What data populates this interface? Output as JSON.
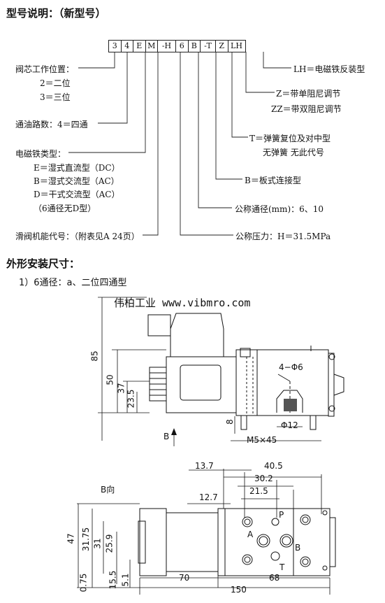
{
  "header": {
    "title": "型号说明：（新型号）"
  },
  "model_code": [
    "3",
    "4",
    "E",
    "M",
    "-H",
    "6",
    "B",
    "-T",
    "Z",
    "LH"
  ],
  "left_notes": {
    "position_title": "阀芯工作位置：",
    "pos2": "2＝二位",
    "pos3": "3＝三位",
    "ports": "通油路数：4＝四通",
    "coil_title": "电磁铁类型：",
    "coil_e": "E＝湿式直流型（DC）",
    "coil_b": "B＝湿式交流型（AC）",
    "coil_d": "D＝干式交流型（AC）",
    "coil_note": "（6通径无D型）",
    "slide": "滑阀机能代号：（附表见A 24页）"
  },
  "right_notes": {
    "lh": "LH＝电磁铁反装型",
    "z": "Z＝带单阻尼调节",
    "zz": "ZZ＝带双阻尼调节",
    "t": "T＝弹簧复位及对中型",
    "t2": "无弹簧  无此代号",
    "b": "B＝板式连接型",
    "size": "公称通径(mm)：6、10",
    "pressure": "公称压力：H＝31.5MPa"
  },
  "section": {
    "title": "外形安装尺寸：",
    "subtitle": "1）6通径：a、二位四通型",
    "watermark": "伟柏工业  www.vibmro.com",
    "view_b": "B向",
    "arrow_b": "B"
  },
  "dims": {
    "d85": "85",
    "d50": "50",
    "d37": "37",
    "d23_5": "23.5",
    "d8": "8",
    "holes": "4−Φ6",
    "phi12": "Φ12",
    "m5": "M5×45",
    "d13_7": "13.7",
    "d40_5": "40.5",
    "d30_2": "30.2",
    "d21_5": "21.5",
    "d12_7": "12.7",
    "d47": "47",
    "d31_75": "31.75",
    "d31": "31",
    "d25_9": "25.9",
    "d15_5": "15.5",
    "d5_1": "5.1",
    "d0_75": "0.75",
    "d70": "70",
    "d68": "68",
    "d150": "150",
    "port_p": "P",
    "port_a": "A",
    "port_b": "B",
    "port_t": "T"
  }
}
